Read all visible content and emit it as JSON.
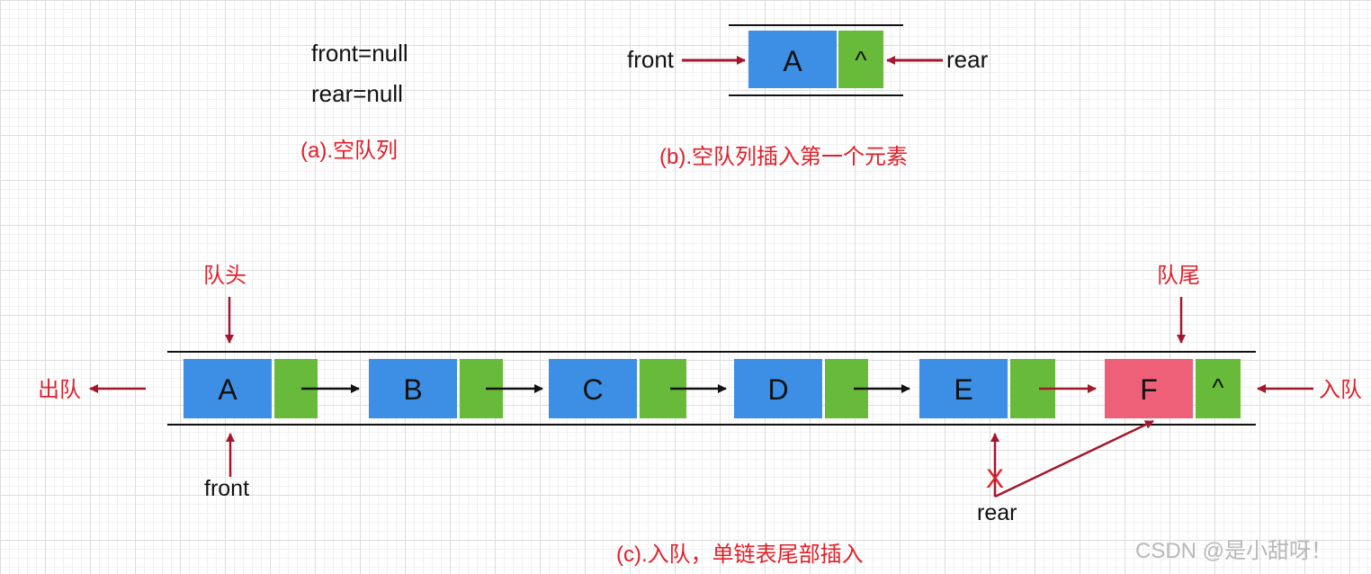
{
  "colors": {
    "node_blue": "#3d8fe6",
    "pointer_green": "#68bb3a",
    "node_pink": "#ee5f78",
    "arrow_red": "#a3172b",
    "label_red": "#e0202a"
  },
  "panel_a": {
    "front_text": "front=null",
    "rear_text": "rear=null",
    "caption": "(a).空队列"
  },
  "panel_b": {
    "front_label": "front",
    "rear_label": "rear",
    "node_value": "A",
    "null_symbol": "^",
    "caption": "(b).空队列插入第一个元素"
  },
  "panel_c": {
    "head_label": "队头",
    "tail_label": "队尾",
    "dequeue_label": "出队",
    "enqueue_label": "入队",
    "front_label": "front",
    "rear_label": "rear",
    "cross_mark": "X",
    "null_symbol": "^",
    "nodes": [
      "A",
      "B",
      "C",
      "D",
      "E",
      "F"
    ],
    "caption": "(c).入队，单链表尾部插入"
  },
  "watermark": "CSDN @是小甜呀！"
}
